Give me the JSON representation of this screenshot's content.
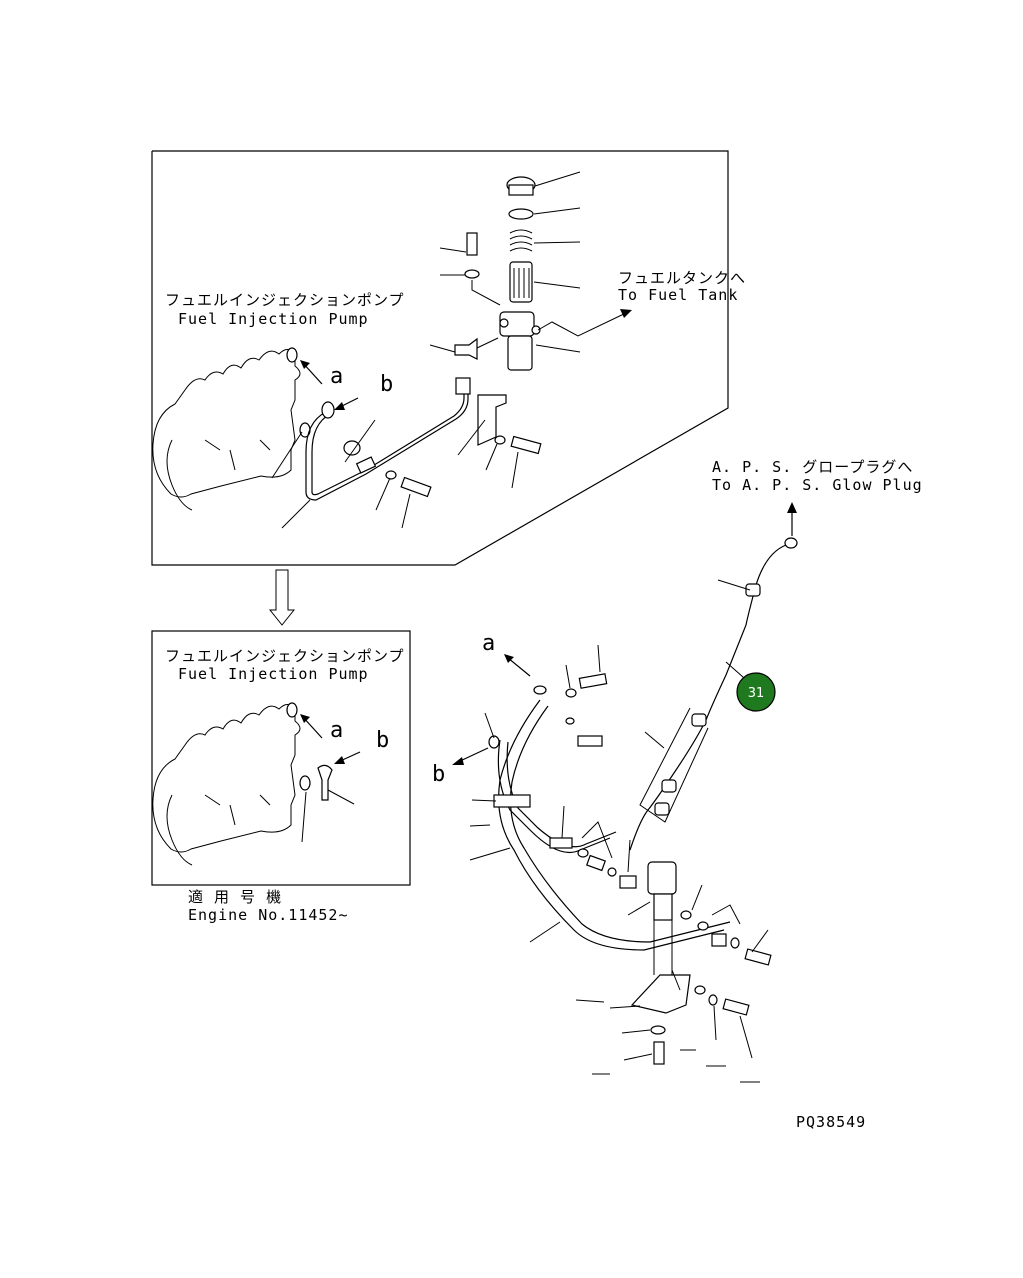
{
  "top_box": {
    "pump_label_jp": "フュエルインジェクションポンプ",
    "pump_label_en": "Fuel Injection Pump",
    "tank_label_jp": "フュエルタンクへ",
    "tank_label_en": "To Fuel Tank",
    "arrow_a": "a",
    "arrow_b": "b"
  },
  "bottom_box": {
    "pump_label_jp": "フュエルインジェクションポンプ",
    "pump_label_en": "Fuel Injection Pump",
    "arrow_a": "a",
    "arrow_b": "b",
    "applicable_jp": "適 用 号 機",
    "applicable_en": "Engine No.11452~"
  },
  "main": {
    "glow_label_jp": "A. P. S. グロープラグへ",
    "glow_label_en": "To A. P. S. Glow Plug",
    "ref_a": "a",
    "ref_b": "b",
    "callout_number": "31",
    "callout_color": "#1f7a1f"
  },
  "figure_id": "PQ38549"
}
